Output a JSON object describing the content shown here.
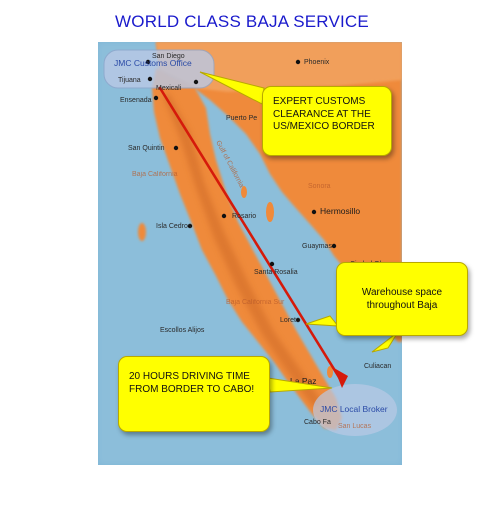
{
  "title": "WORLD CLASS BAJA SERVICE",
  "map": {
    "places": [
      {
        "key": "san-diego",
        "name": "San Diego",
        "cls": "lbl"
      },
      {
        "key": "tijuana",
        "name": "Tijuana",
        "cls": "lbl"
      },
      {
        "key": "mexicali",
        "name": "Mexicali",
        "cls": "lbl"
      },
      {
        "key": "phoenix",
        "name": "Phoenix",
        "cls": "lbl"
      },
      {
        "key": "ensenada",
        "name": "Ensenada",
        "cls": "lbl"
      },
      {
        "key": "puerto-penasco",
        "name": "Puerto Pe",
        "cls": "lbl"
      },
      {
        "key": "san-quintin",
        "name": "San Quintin",
        "cls": "lbl"
      },
      {
        "key": "baja-california",
        "name": "Baja California",
        "cls": "lbl-faint"
      },
      {
        "key": "gulf-of-california",
        "name": "Gulf of California",
        "cls": "lbl-faint"
      },
      {
        "key": "sonora",
        "name": "Sonora",
        "cls": "lbl-faint"
      },
      {
        "key": "hermosillo",
        "name": "Hermosillo",
        "cls": "lbl-big"
      },
      {
        "key": "isla-cedros",
        "name": "Isla Cedros",
        "cls": "lbl"
      },
      {
        "key": "rosario",
        "name": "Rosario",
        "cls": "lbl"
      },
      {
        "key": "guaymas",
        "name": "Guaymas",
        "cls": "lbl"
      },
      {
        "key": "santa-rosalia",
        "name": "Santa Rosalia",
        "cls": "lbl"
      },
      {
        "key": "ciudad-obregon",
        "name": "Ciudad Obregon",
        "cls": "lbl"
      },
      {
        "key": "baja-california-sur",
        "name": "Baja California Sur",
        "cls": "lbl-faint"
      },
      {
        "key": "escollos-alijos",
        "name": "Escollos Alijos",
        "cls": "lbl"
      },
      {
        "key": "loreto",
        "name": "Loreto",
        "cls": "lbl"
      },
      {
        "key": "la-paz",
        "name": "La Paz",
        "cls": "lbl-big"
      },
      {
        "key": "culiacan",
        "name": "Culiacan",
        "cls": "lbl"
      },
      {
        "key": "cabo-falso",
        "name": "Cabo Fa",
        "cls": "lbl"
      },
      {
        "key": "san-lucas",
        "name": "San Lucas",
        "cls": "lbl-faint"
      }
    ],
    "customs_office_label": "JMC Customs Office",
    "local_broker_label": "JMC Local Broker"
  },
  "callouts": {
    "customs": "EXPERT CUSTOMS CLEARANCE AT THE US/MEXICO BORDER",
    "warehouse": "Warehouse space throughout Baja",
    "driving": "20 HOURS DRIVING TIME FROM BORDER TO CABO!"
  },
  "colors": {
    "land": "#ef8a3a",
    "land_dark": "#cf6a26",
    "sea": "#7fb6d6",
    "highlight": "#b9c9e6",
    "route": "#d51a0b",
    "callout": "#ffff00",
    "title": "#1a1acc"
  }
}
